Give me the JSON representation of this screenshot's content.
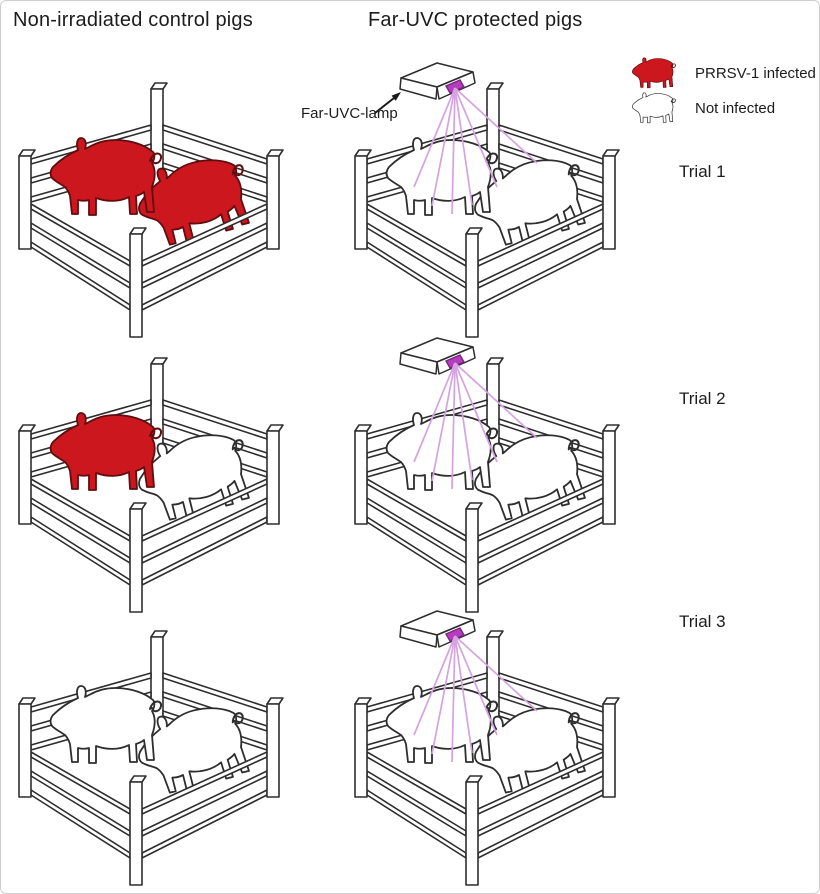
{
  "header": {
    "left_title": "Non-irradiated control pigs",
    "right_title": "Far-UVC protected pigs"
  },
  "legend": {
    "items": [
      {
        "icon": "pig-infected-icon",
        "state": "infected",
        "label": "PRRSV-1 infected"
      },
      {
        "icon": "pig-healthy-icon",
        "state": "not_infected",
        "label": "Not infected"
      }
    ]
  },
  "lamp": {
    "label": "Far-UVC-lamp"
  },
  "trials": [
    {
      "label": "Trial 1",
      "control_pigs": [
        "infected",
        "infected"
      ],
      "protected_pigs": [
        "not_infected",
        "not_infected"
      ],
      "protected_has_lamp": true
    },
    {
      "label": "Trial 2",
      "control_pigs": [
        "infected",
        "not_infected"
      ],
      "protected_pigs": [
        "not_infected",
        "not_infected"
      ],
      "protected_has_lamp": true
    },
    {
      "label": "Trial 3",
      "control_pigs": [
        "not_infected",
        "not_infected"
      ],
      "protected_pigs": [
        "not_infected",
        "not_infected"
      ],
      "protected_has_lamp": true
    }
  ],
  "colors": {
    "infected_fill": "#cb171d",
    "infected_stroke": "#5f0d10",
    "not_infected_fill": "#ffffff",
    "not_infected_stroke": "#2e2e2e",
    "pen_line": "#2e2e2e",
    "uv_ray": "#d5a2e2",
    "uv_window_fill": "#b63cbe",
    "uv_window_stroke": "#7c2383",
    "text": "#1c1c1c"
  }
}
